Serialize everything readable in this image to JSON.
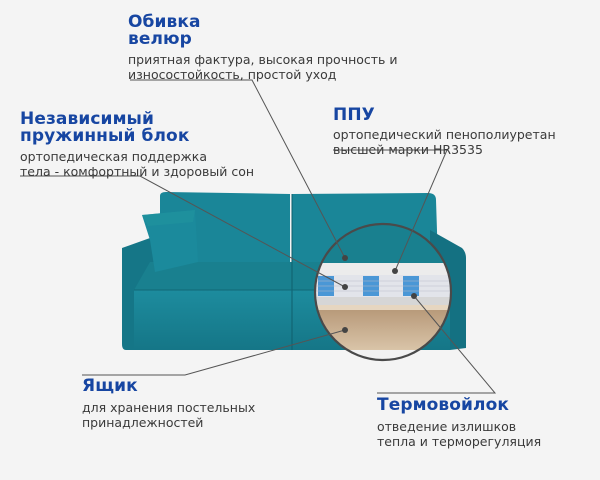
{
  "colors": {
    "background": "#f4f4f4",
    "heading": "#1746a2",
    "text": "#3a3a3a",
    "sofa_fabric": "#1b8597",
    "sofa_dark": "#136c7b",
    "leader_line": "#555555",
    "spring_blue": "#4a97d6",
    "foam": "#ececec",
    "wood": "#c9ad8d"
  },
  "callouts": {
    "upholstery": {
      "title_line1": "Обивка",
      "title_line2": "велюр",
      "desc_line1": "приятная фактура, высокая прочность и",
      "desc_line2": "износостойкость, простой уход"
    },
    "spring_block": {
      "title_line1": "Независимый",
      "title_line2": "пружинный блок",
      "desc_line1": "ортопедическая поддержка",
      "desc_line2": "тела - комфортный и здоровый сон"
    },
    "ppu": {
      "title_line1": "ППУ",
      "desc_line1": "ортопедический пенополиуретан",
      "desc_line2": "высшей марки HR3535"
    },
    "storage_box": {
      "title_line1": "Ящик",
      "desc_line1": "для хранения постельных",
      "desc_line2": "принадлежностей"
    },
    "thermofelt": {
      "title_line1": "Термовойлок",
      "desc_line1": "отведение излишков",
      "desc_line2": "тепла и терморегуляция"
    }
  },
  "image": {
    "subject": "teal velour corner sofa with cutaway cross-section showing spring block, foam, felt and storage box"
  }
}
